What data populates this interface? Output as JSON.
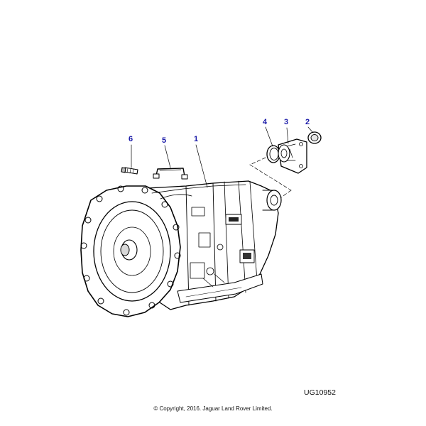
{
  "callouts": [
    {
      "id": "6"
    },
    {
      "id": "5"
    },
    {
      "id": "1"
    },
    {
      "id": "4"
    },
    {
      "id": "3"
    },
    {
      "id": "2"
    }
  ],
  "reference_code": "UG10952",
  "copyright": "© Copyright, 2016. Jaguar Land Rover Limited.",
  "colors": {
    "callout": "#1a1aa8",
    "line": "#000000",
    "background": "#ffffff"
  },
  "parts": [
    "transmission-assembly",
    "oil-seal",
    "extension-housing",
    "gasket",
    "pipe",
    "bolt"
  ]
}
